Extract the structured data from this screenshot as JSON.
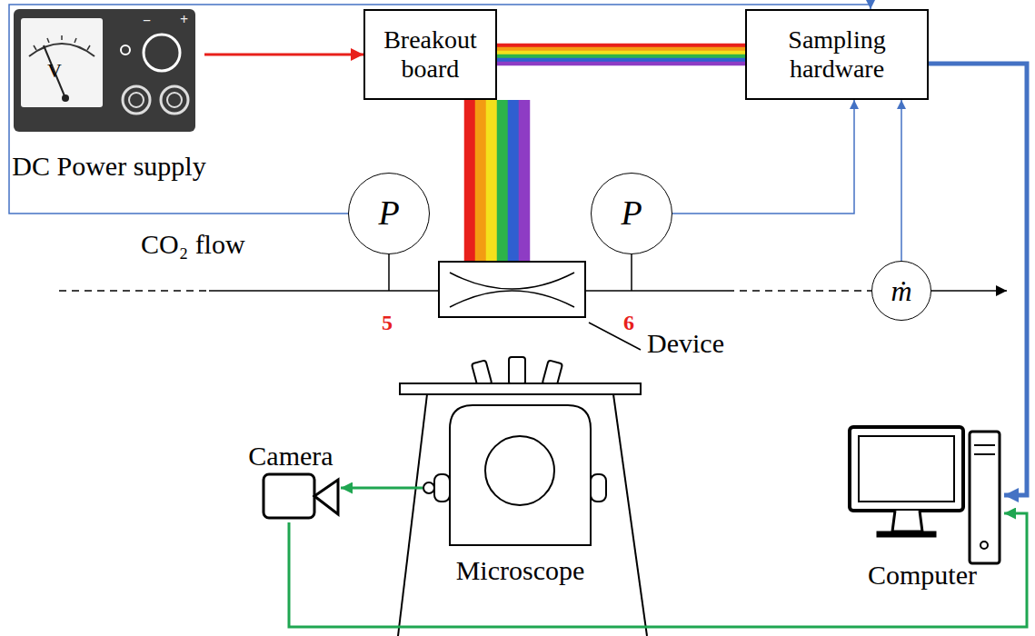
{
  "diagram": {
    "nodes": [
      {
        "text": [
          "DC Power supply"
        ]
      },
      {
        "text": [
          "Breakout board"
        ]
      },
      {
        "text": [
          "Sampling hardware"
        ]
      },
      {
        "text": [
          "P"
        ]
      },
      {
        "text": [
          "Device"
        ]
      },
      {
        "text": [
          "P"
        ]
      },
      {
        "text": [
          "ṁ"
        ]
      },
      {
        "text": [
          "Camera"
        ]
      },
      {
        "text": [
          "Microscope"
        ]
      },
      {
        "text": [
          "Computer"
        ]
      }
    ],
    "edges": [
      {
        "from": 0,
        "to": 1,
        "arrow": "to"
      },
      {
        "from": 1,
        "to": 2,
        "arrow": "none"
      },
      {
        "from": 1,
        "to": 4,
        "arrow": "none"
      },
      {
        "from": 3,
        "to": 2,
        "arrow": "to"
      },
      {
        "from": 5,
        "to": 2,
        "arrow": "to"
      },
      {
        "from": 6,
        "to": 2,
        "arrow": "to"
      },
      {
        "from": 2,
        "to": 9,
        "arrow": "to"
      },
      {
        "from": 4,
        "to": 6,
        "arrow": "none"
      },
      {
        "from": 8,
        "to": 7,
        "arrow": "to"
      },
      {
        "from": 7,
        "to": 9,
        "arrow": "to"
      }
    ],
    "labels": [
      "V",
      "−",
      "+",
      "CO₂ flow",
      "5",
      "6"
    ]
  }
}
